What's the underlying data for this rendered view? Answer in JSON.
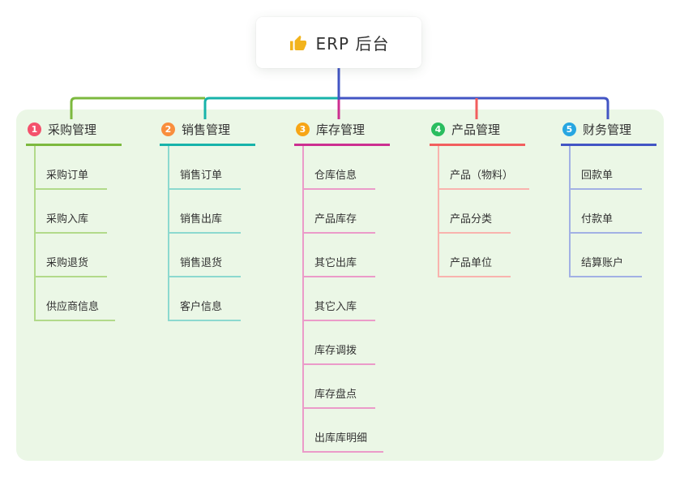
{
  "root": {
    "title": "ERP 后台",
    "icon": "thumbs-up-icon",
    "icon_color": "#f2b31c"
  },
  "palette": {
    "canvas_bg": "#ffffff",
    "panel_bg": "#ebf7e6",
    "root_line": "#4255c4",
    "text": "#333333"
  },
  "branches": [
    {
      "index": "1",
      "label": "采购管理",
      "badge_color": "#f4516c",
      "line_color": "#7cb93e",
      "child_line_color": "#b2da8a",
      "children": [
        "采购订单",
        "采购入库",
        "采购退货",
        "供应商信息"
      ]
    },
    {
      "index": "2",
      "label": "销售管理",
      "badge_color": "#f98e3d",
      "line_color": "#17b3aa",
      "child_line_color": "#8cd9cf",
      "children": [
        "销售订单",
        "销售出库",
        "销售退货",
        "客户信息"
      ]
    },
    {
      "index": "3",
      "label": "库存管理",
      "badge_color": "#f7a516",
      "line_color": "#cc2f90",
      "child_line_color": "#eb9bc9",
      "children": [
        "仓库信息",
        "产品库存",
        "其它出库",
        "其它入库",
        "库存调拨",
        "库存盘点",
        "出库库明细"
      ]
    },
    {
      "index": "4",
      "label": "产品管理",
      "badge_color": "#2abd5f",
      "line_color": "#f25e5e",
      "child_line_color": "#f9b3ae",
      "children": [
        "产品（物料）",
        "产品分类",
        "产品单位"
      ]
    },
    {
      "index": "5",
      "label": "财务管理",
      "badge_color": "#27a6e1",
      "line_color": "#4255c4",
      "child_line_color": "#a2b1e4",
      "children": [
        "回款单",
        "付款单",
        "结算账户"
      ]
    }
  ]
}
